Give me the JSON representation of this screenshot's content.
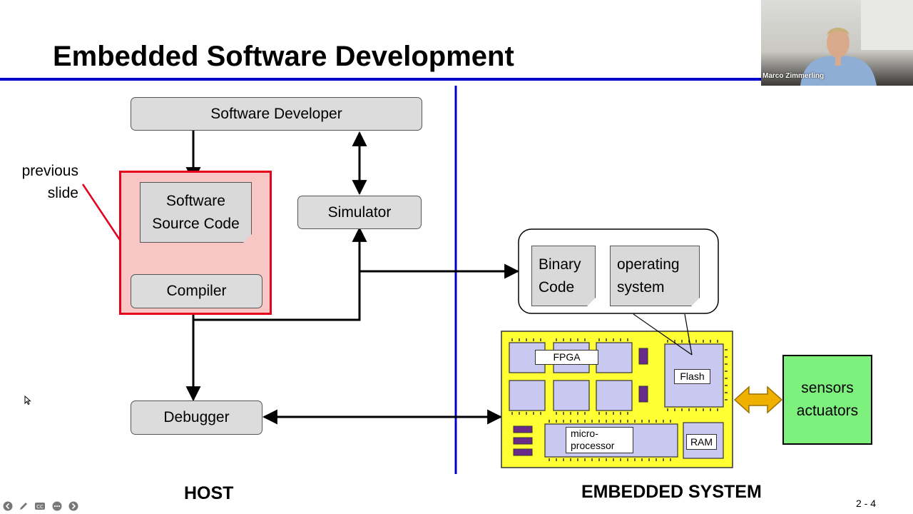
{
  "slide": {
    "title": "Embedded Software Development",
    "page_number": "2 - 4"
  },
  "diagram": {
    "software_developer": "Software Developer",
    "software_source_code": [
      "Software",
      "Source Code"
    ],
    "compiler": "Compiler",
    "simulator": "Simulator",
    "debugger": "Debugger",
    "previous_slide": [
      "previous",
      "slide"
    ],
    "binary_code": [
      "Binary",
      "Code"
    ],
    "operating_system": [
      "operating",
      "system"
    ],
    "fpga": "FPGA",
    "flash": "Flash",
    "microprocessor": [
      "micro-",
      "processor"
    ],
    "ram": "RAM",
    "sensors_actuators": [
      "sensors",
      "actuators"
    ],
    "host_label": "HOST",
    "embedded_label": "EMBEDDED SYSTEM"
  },
  "webcam": {
    "participant_name": "Marco Zimmerling"
  },
  "colors": {
    "title_rule": "#0000cc",
    "highlight_fill": "#f9c6c6",
    "highlight_border": "#e3001b",
    "board": "#ffff33",
    "chip": "#c8c8f0",
    "sensors": "#7ef07e",
    "bidirectional_arrow": "#f0b000"
  },
  "icons": {
    "controls": [
      "arrow-left-icon",
      "pen-icon",
      "captions-icon",
      "more-icon",
      "arrow-right-icon"
    ]
  }
}
